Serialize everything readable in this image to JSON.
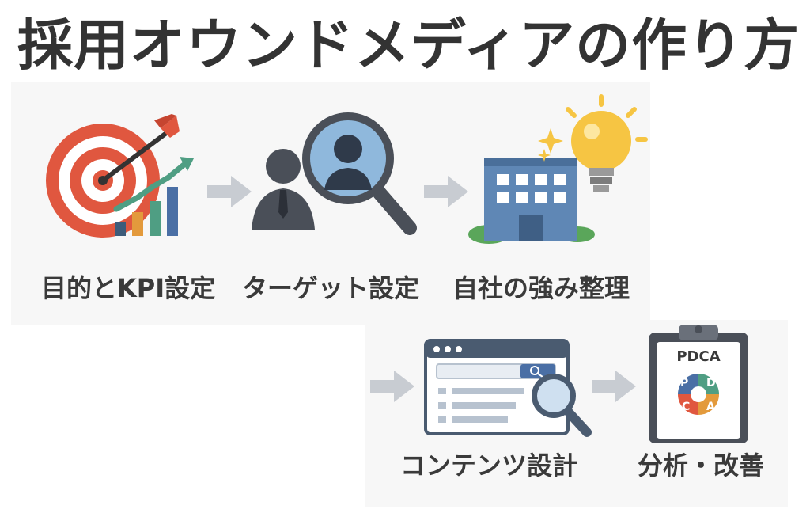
{
  "title": "採用オウンドメディアの作り方",
  "steps": [
    {
      "label": "目的とKPI設定",
      "icon": "target-growth-chart-icon"
    },
    {
      "label": "ターゲット設定",
      "icon": "person-magnifier-icon"
    },
    {
      "label": "自社の強み整理",
      "icon": "building-lightbulb-icon"
    },
    {
      "label": "コンテンツ設計",
      "icon": "browser-search-icon"
    },
    {
      "label": "分析・改善",
      "icon": "pdca-clipboard-icon"
    }
  ],
  "pdca": {
    "heading": "PDCA",
    "letters": [
      "P",
      "D",
      "C",
      "A"
    ]
  }
}
